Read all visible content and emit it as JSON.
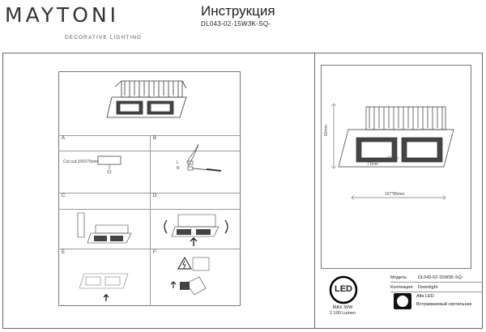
{
  "brand": {
    "logo": "MAYTONI",
    "tagline": "DECORATIVE LIGHTING"
  },
  "doc": {
    "title": "Инструкция",
    "model_code": "DL043-02-15W3K-SQ-"
  },
  "steps": {
    "a": "A",
    "b": "B",
    "c": "C",
    "d": "D",
    "e": "E",
    "f": "F",
    "cutout": "Cut out:165X75mm",
    "wire_l": "L",
    "wire_n": "N"
  },
  "drawing": {
    "height": "83mm",
    "width": "167*85mm",
    "inner1": "71mm",
    "inner2": "71mm"
  },
  "specs": {
    "model_label": "Модель:",
    "model_value": "DL043-02-15W3K-SQ-",
    "collection_label": "Коллекция:",
    "collection_value": "Downlight",
    "source": "Alfa LED",
    "type": "Встраиваемый светильник",
    "led_badge": "LED",
    "max_power": "MAX 30W",
    "lumen": "2 100 Lumen"
  }
}
